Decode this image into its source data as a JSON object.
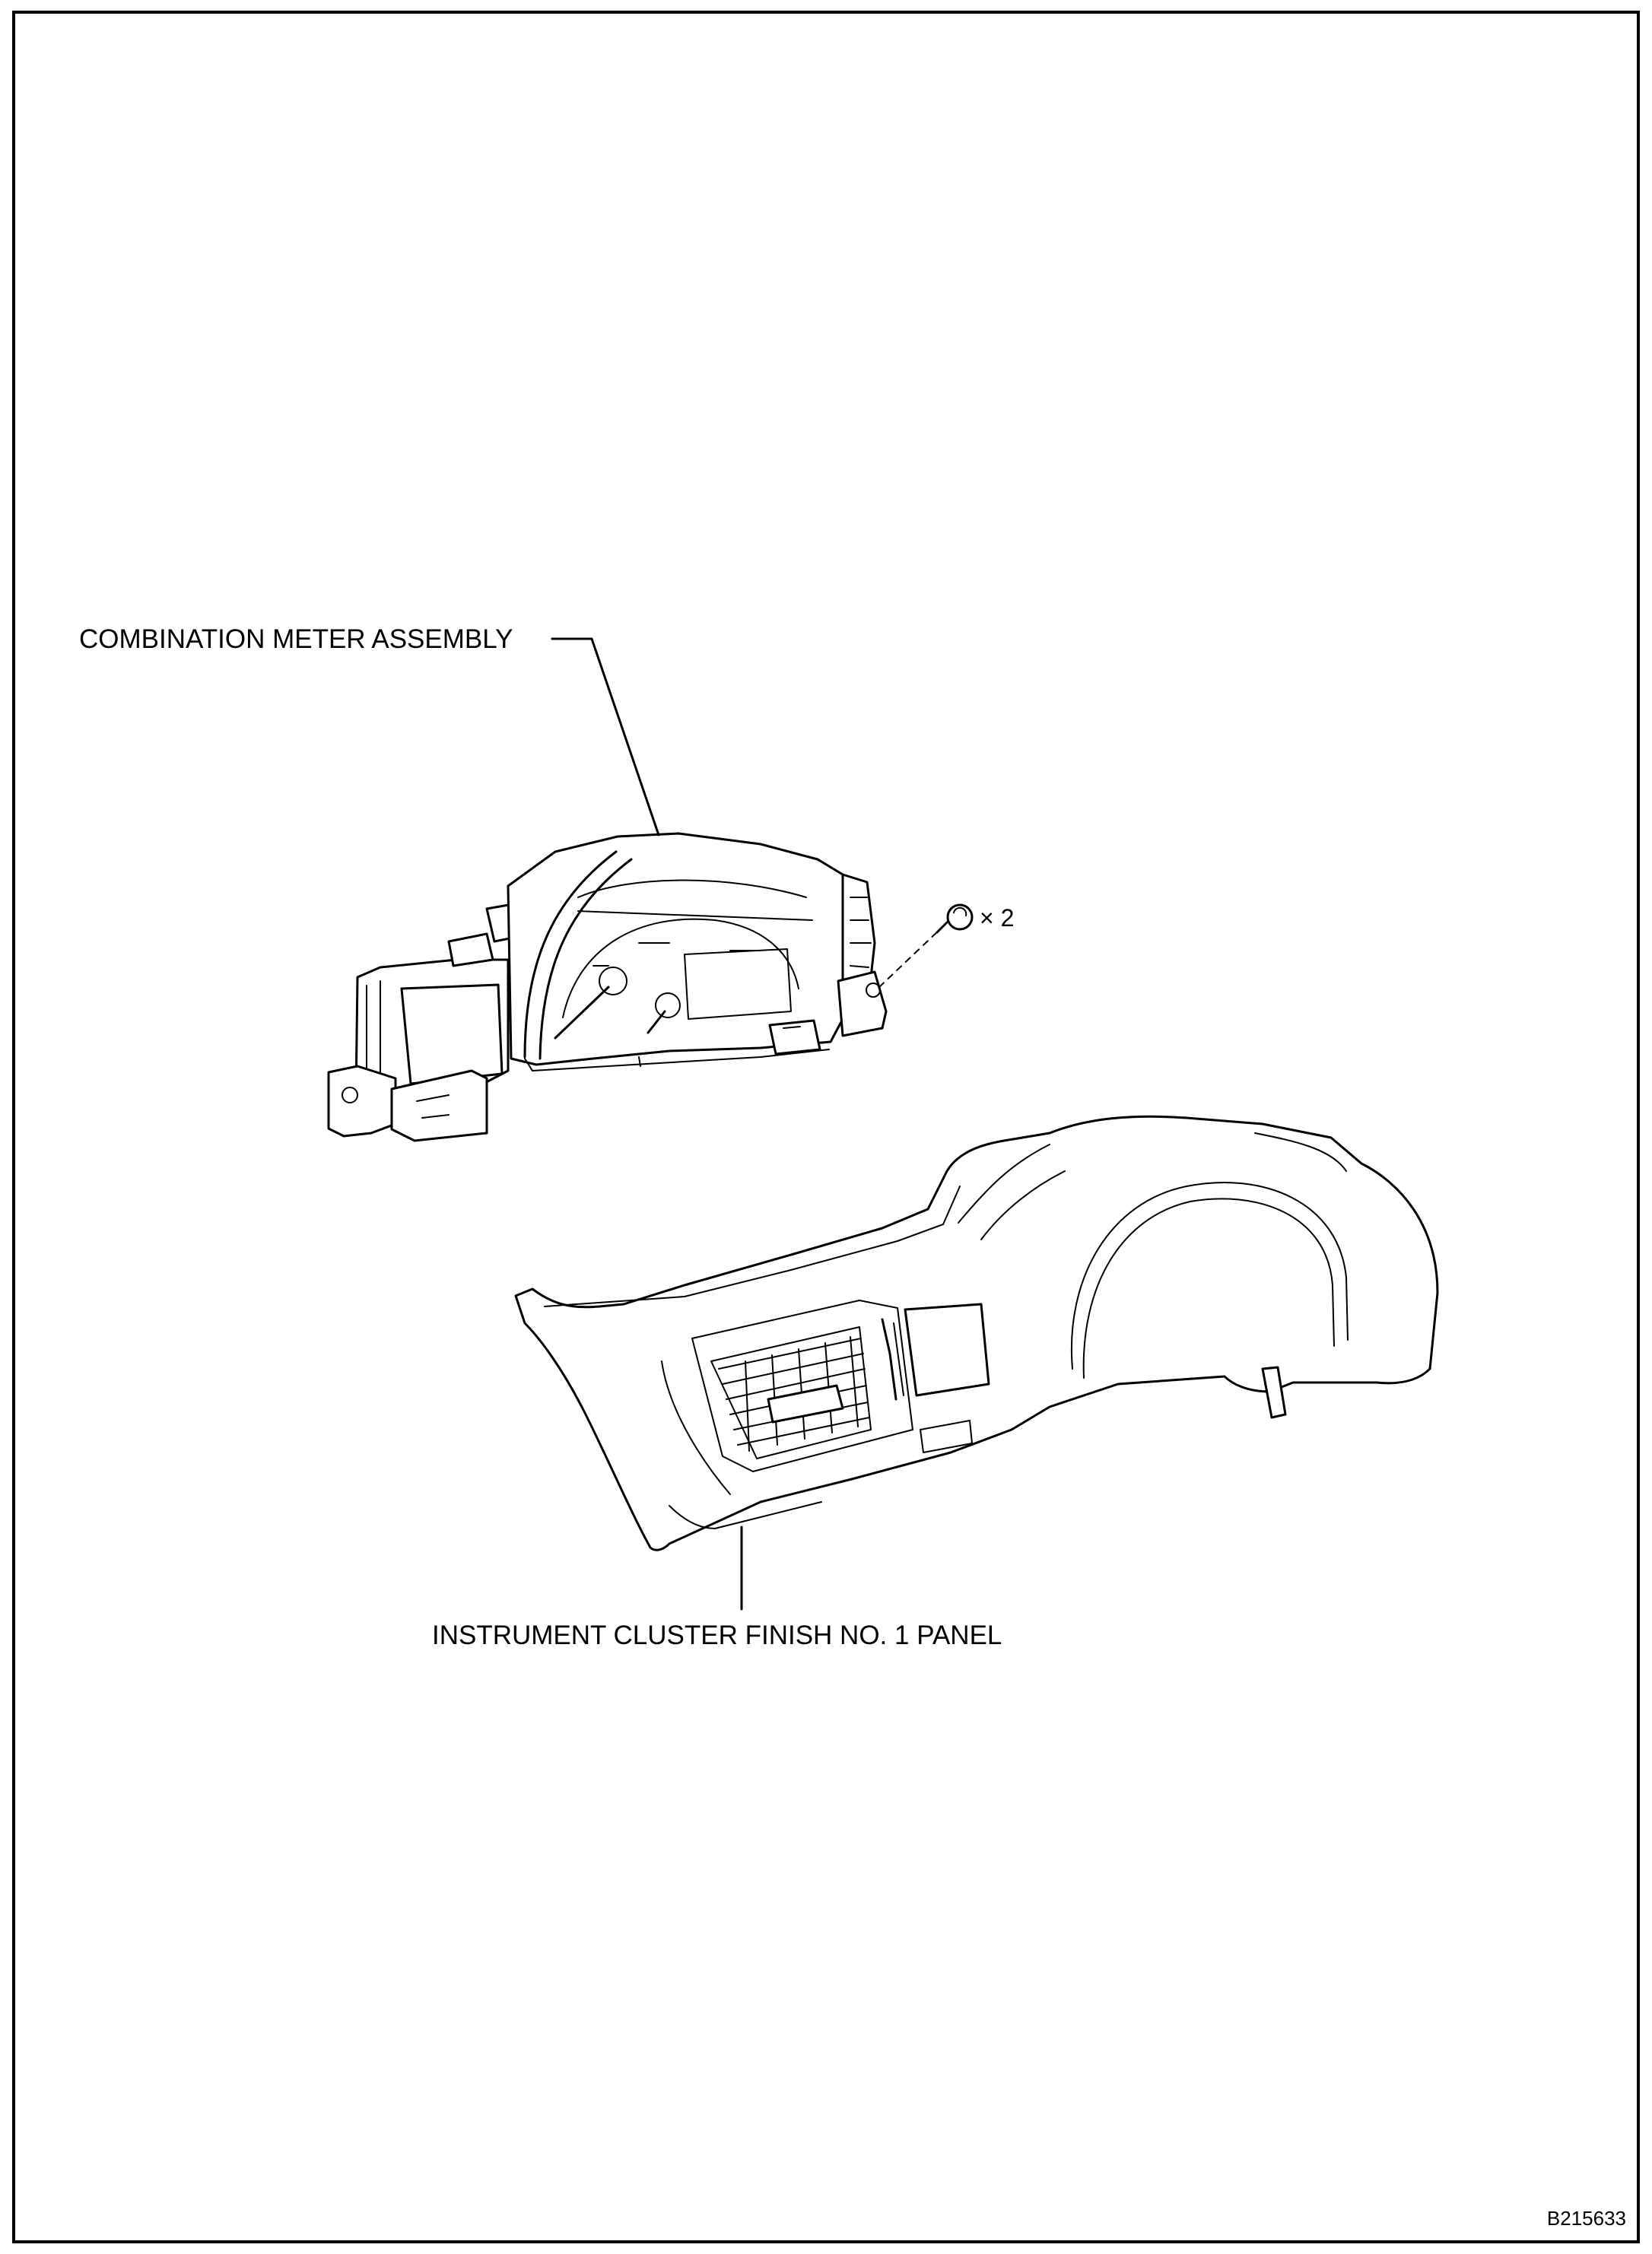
{
  "labels": {
    "meter": "COMBINATION METER ASSEMBLY",
    "panel": "INSTRUMENT CLUSTER FINISH NO. 1 PANEL",
    "screw_qty": "× 2",
    "figure_id": "B215633"
  },
  "icons": [
    "screw-icon"
  ]
}
